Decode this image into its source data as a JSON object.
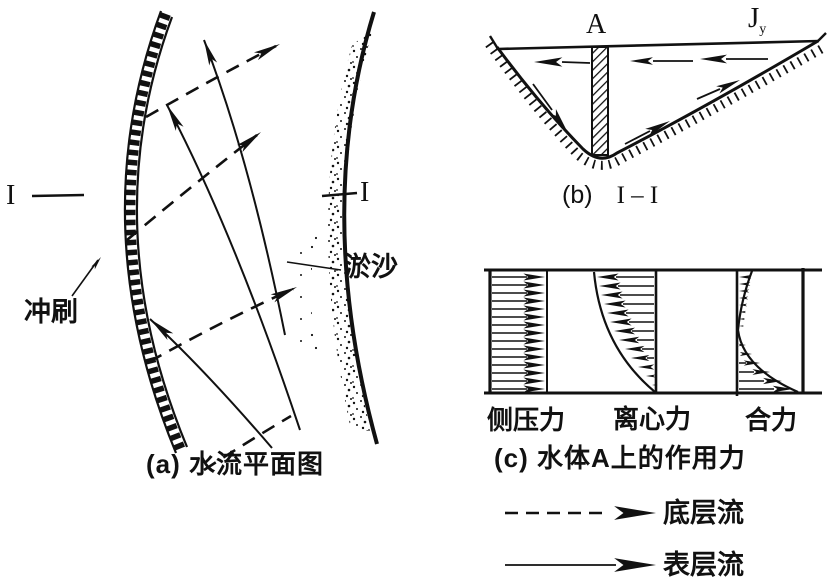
{
  "figure": {
    "type": "textbook-hydraulics-diagram",
    "ink_color": "#111111",
    "paper_color": "#ffffff"
  },
  "panel_a": {
    "caption": "(a) 水流平面图",
    "label_scour": "冲刷",
    "label_silt": "淤沙",
    "section_marker_left": "I",
    "section_marker_right": "I"
  },
  "panel_b": {
    "caption_prefix": "(b)",
    "caption_section": "I – I",
    "label_water_body": "A",
    "label_slope_main": "J",
    "label_slope_sub": "y"
  },
  "panel_c": {
    "caption": "(c) 水体A上的作用力",
    "force_labels": [
      "侧压力",
      "离心力",
      "合力"
    ]
  },
  "legend": {
    "items": [
      {
        "style": "dashed",
        "label": "底层流"
      },
      {
        "style": "solid",
        "label": "表层流"
      }
    ]
  }
}
